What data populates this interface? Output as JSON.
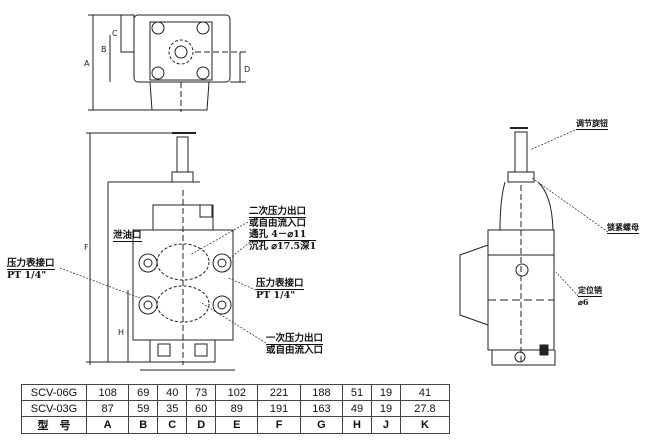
{
  "callouts": {
    "secondary_outlet": [
      "二次压力出口",
      "或自由流入口"
    ],
    "drain_port": "泄油口",
    "through_hole": [
      "通孔 4－⌀11",
      "沉孔 ⌀17.5深1"
    ],
    "gauge_port_left": [
      "压力表接口",
      "PT 1/4\""
    ],
    "gauge_port_right": [
      "压力表接口",
      "PT 1/4\""
    ],
    "primary_outlet": [
      "一次压力出口",
      "或自由流入口"
    ],
    "adjust_knob": "调节旋钮",
    "lock_nut": "锁紧螺母",
    "locating_pin": [
      "定位销",
      "⌀6"
    ]
  },
  "dim_labels": {
    "A": "A",
    "B": "B",
    "C": "C",
    "D": "D",
    "F": "F",
    "H": "H"
  },
  "table": {
    "rows": [
      {
        "model": "SCV-06G",
        "values": [
          "108",
          "69",
          "40",
          "73",
          "102",
          "221",
          "188",
          "51",
          "19",
          "41"
        ]
      },
      {
        "model": "SCV-03G",
        "values": [
          "87",
          "59",
          "35",
          "60",
          "89",
          "191",
          "163",
          "49",
          "19",
          "27.8"
        ]
      }
    ],
    "header_label": "型　号",
    "columns": [
      "A",
      "B",
      "C",
      "D",
      "E",
      "F",
      "G",
      "H",
      "J",
      "K"
    ]
  }
}
